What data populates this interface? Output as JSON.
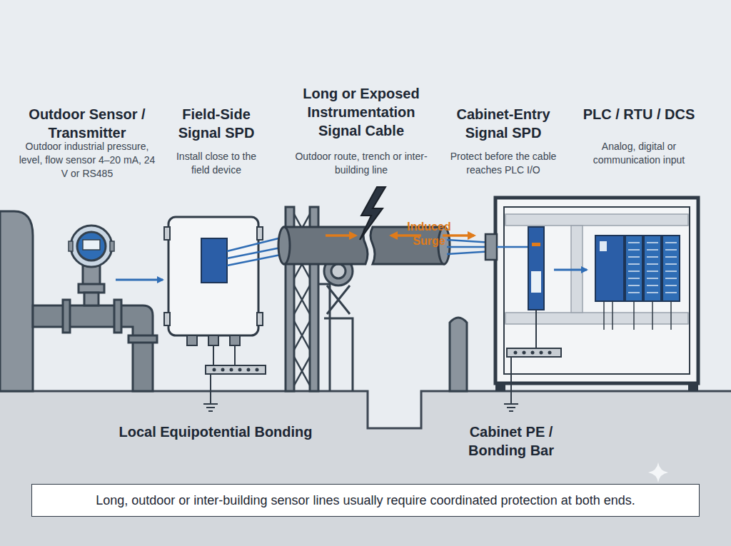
{
  "diagram": {
    "caption": "Long, outdoor or inter-building sensor lines usually require coordinated protection at both ends.",
    "labels": [
      "Outdoor Sensor / Transmitter",
      "Outdoor industrial pressure, level, flow sensor 4–20 mA, 24 V or RS485",
      "Field-Side Signal SPD",
      "Install close to the field device",
      "Long or Exposed Instrumentation Signal Cable",
      "Outdoor route, trench or inter-building line",
      "Cabinet-Entry Signal SPD",
      "Protect before the cable reaches PLC I/O",
      "PLC / RTU / DCS",
      "Analog, digital or communication input",
      "Induced Surge",
      "Local Equipotential Bonding",
      "Cabinet PE / Bonding Bar"
    ]
  }
}
